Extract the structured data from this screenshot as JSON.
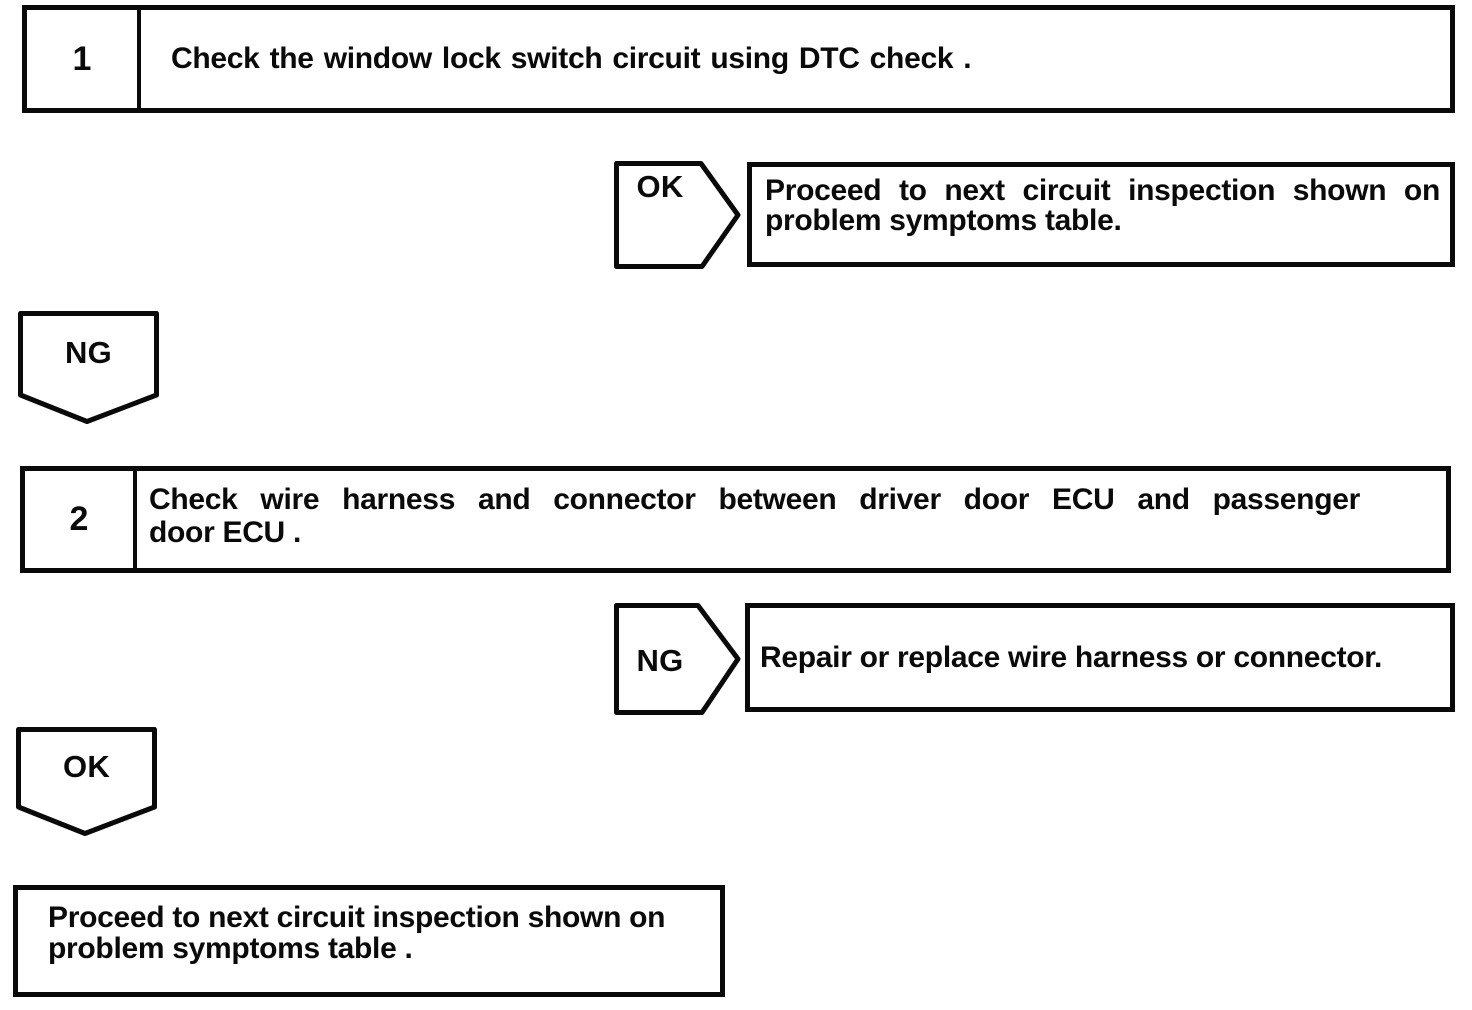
{
  "colors": {
    "ink": "#0a0a0a",
    "background": "#ffffff"
  },
  "flowchart": {
    "step1": {
      "number": "1",
      "text": "Check the window lock switch circuit using DTC check ."
    },
    "ok1": {
      "label": "OK",
      "result_line1": "Proceed to next circuit inspection shown on",
      "result_line2": "problem symptoms table."
    },
    "ng1": {
      "label": "NG"
    },
    "step2": {
      "number": "2",
      "text_line1": "Check wire harness and connector between driver door ECU and passenger",
      "text_line2": "door ECU ."
    },
    "ng2": {
      "label": "NG",
      "result": "Repair or replace wire harness or connector."
    },
    "ok2": {
      "label": "OK"
    },
    "final": {
      "line1": "Proceed to next circuit inspection shown on",
      "line2": "problem symptoms table ."
    }
  }
}
